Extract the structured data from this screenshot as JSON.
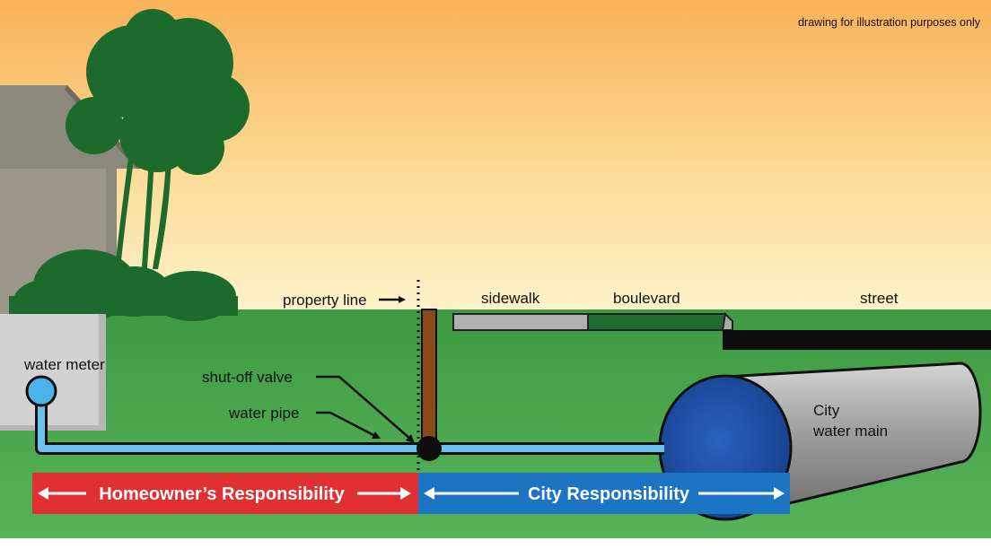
{
  "diagram": {
    "note": "drawing for illustration purposes only",
    "labels": {
      "property_line": "property line",
      "sidewalk": "sidewalk",
      "boulevard": "boulevard",
      "street": "street",
      "water_meter": "water meter",
      "shut_off_valve": "shut-off valve",
      "water_pipe": "water pipe",
      "city_main_line1": "City",
      "city_main_line2": "water main"
    },
    "responsibility": {
      "homeowner": "Homeowner’s Responsibility",
      "city": "City Responsibility"
    },
    "colors": {
      "sky_top": "#f9b45a",
      "sky_bottom": "#fdf3c8",
      "grass": "#49a94b",
      "pipe": "#6cc2ee",
      "main_pipe": "#1e4fa6",
      "homeowner_band": "#e03034",
      "city_band": "#1c74c4",
      "tree": "#1c6b2d",
      "house": "#8d8a7f"
    }
  }
}
